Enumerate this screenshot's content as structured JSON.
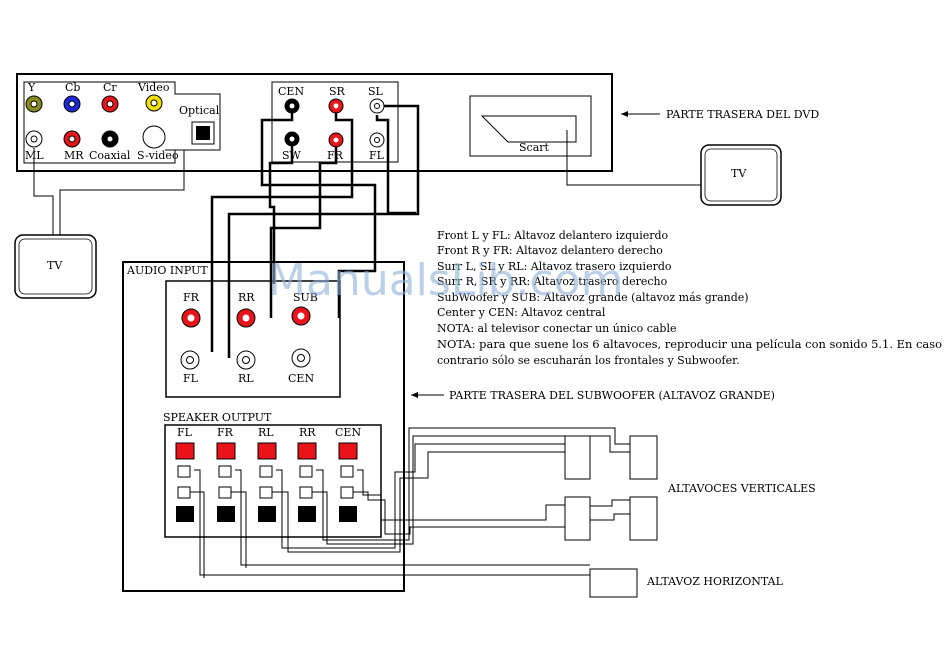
{
  "watermark": "ManualsLib.com",
  "dvd": {
    "caption": "PARTE TRASERA DEL DVD",
    "jacks_top": [
      "Y",
      "Cb",
      "Cr",
      "Video"
    ],
    "jacks_bottom": [
      "ML",
      "MR",
      "Coaxial",
      "S-video"
    ],
    "optical": "Optical",
    "audio_top": [
      "CEN",
      "SR",
      "SL"
    ],
    "audio_bottom": [
      "SW",
      "FR",
      "FL"
    ],
    "scart": "Scart"
  },
  "tv_right": "TV",
  "tv_left": "TV",
  "notes": [
    "Front L y FL: Altavoz delantero izquierdo",
    "Front R y FR: Altavoz delantero derecho",
    "Surr L, SL y RL: Altavoz trasero izquierdo",
    "Surr R, SR y RR: Altavoz trasero derecho",
    "SubWoofer y SUB: Altavoz grande (altavoz más grande)",
    "Center y CEN: Altavoz central",
    "NOTA: al televisor conectar un único cable",
    "NOTA: para que suene los 6 altavoces, reproducir una película con sonido 5.1. En caso",
    "contrario sólo se escuharán los frontales y Subwoofer."
  ],
  "subwoofer": {
    "audio_input": "AUDIO INPUT",
    "input_top": [
      "FR",
      "RR",
      "SUB"
    ],
    "input_bottom": [
      "FL",
      "RL",
      "CEN"
    ],
    "speaker_output": "SPEAKER OUTPUT",
    "output_labels": [
      "FL",
      "FR",
      "RL",
      "RR",
      "CEN"
    ],
    "caption": "PARTE TRASERA DEL SUBWOOFER (ALTAVOZ GRANDE)"
  },
  "altavoces_verticales": "ALTAVOCES VERTICALES",
  "altavoz_horizontal": "ALTAVOZ HORIZONTAL",
  "colors": {
    "red": "#e8141a",
    "yellow": "#f0e000",
    "olive": "#8a8a20",
    "blue": "#1a2ad8",
    "black": "#000000"
  }
}
